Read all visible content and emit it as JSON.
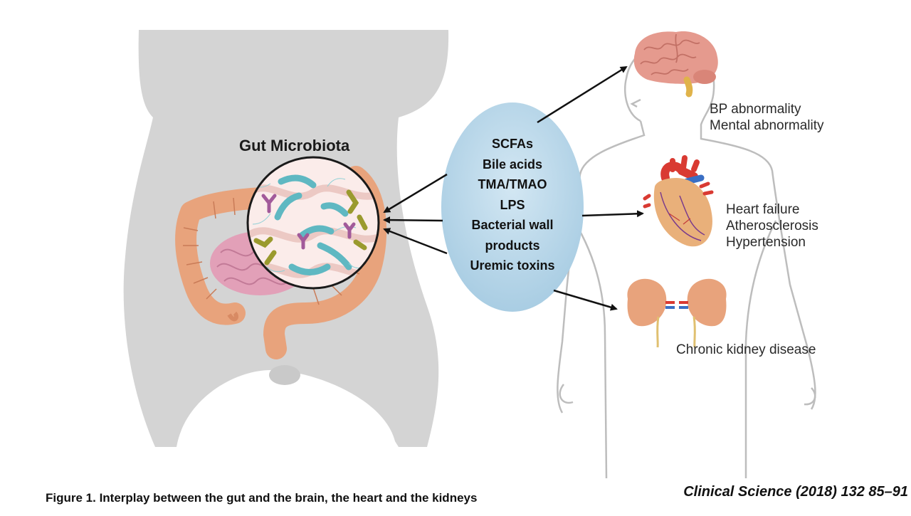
{
  "diagram": {
    "title": "Gut Microbiota",
    "metabolites": [
      "SCFAs",
      "Bile acids",
      "TMA/TMAO",
      "LPS",
      "Bacterial wall",
      "products",
      "Uremic toxins"
    ],
    "organs": {
      "brain": {
        "icon": "brain-icon",
        "effects": [
          "BP abnormality",
          "Mental abnormality"
        ]
      },
      "heart": {
        "icon": "heart-icon",
        "effects": [
          "Heart failure",
          "Atherosclerosis",
          "Hypertension"
        ]
      },
      "kidney": {
        "icon": "kidney-icon",
        "effects": [
          "Chronic kidney disease"
        ]
      }
    },
    "caption": "Figure 1. Interplay between the gut and the brain, the heart and the kidneys",
    "citation": "Clinical Science (2018) 132 85–91",
    "colors": {
      "torso": "#d4d4d4",
      "intestine": "#e8a37c",
      "small_intestine": "#e2a0b8",
      "oval": "#b6d5e8",
      "brain": "#e59a8e",
      "heart": "#e9b07a",
      "kidney": "#e8a37c",
      "bacteria_teal": "#5fb8c2",
      "bacteria_olive": "#9a9a2e",
      "bacteria_purple": "#a25a9a"
    }
  }
}
